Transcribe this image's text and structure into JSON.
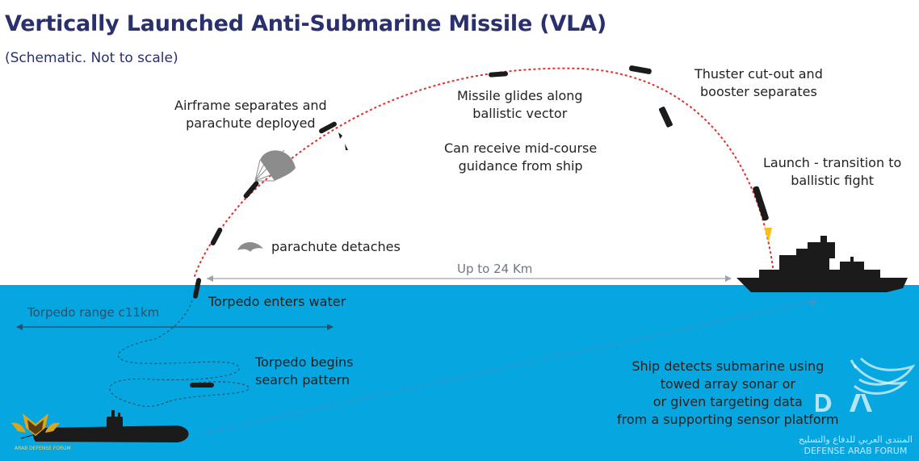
{
  "title": "Vertically Launched Anti-Submarine Missile (VLA)",
  "subtitle": "(Schematic. Not to scale)",
  "labels": {
    "airframe": [
      "Airframe separates and",
      "parachute deployed"
    ],
    "glide": [
      "Missile glides along",
      "ballistic vector"
    ],
    "midcourse": [
      "Can receive mid-course",
      "guidance from ship"
    ],
    "thruster": [
      "Thuster cut-out and",
      "booster separates"
    ],
    "launch": [
      "Launch - transition to",
      "ballistic fight"
    ],
    "parachute_detaches": "parachute detaches",
    "torpedo_enters": "Torpedo enters water",
    "search": [
      "Torpedo begins",
      "search pattern"
    ],
    "ship_detects": [
      "Ship detects submarine using",
      "towed array sonar or",
      "or given targeting data",
      "from a supporting sensor platform"
    ]
  },
  "ranges": {
    "missile": "Up to 24 Km",
    "torpedo": "Torpedo range c11km"
  },
  "watermark": {
    "arabic": "المنتدى العربي للدفاع والتسليح",
    "english": "DEFENSE ARAB FORUM",
    "left_emblem": "ARAB DEFENSE FORUM"
  },
  "colors": {
    "title": "#2a2f6e",
    "sea": "#06a7e0",
    "trajectory": "#e0302a",
    "vessel": "#1b1b1b"
  }
}
